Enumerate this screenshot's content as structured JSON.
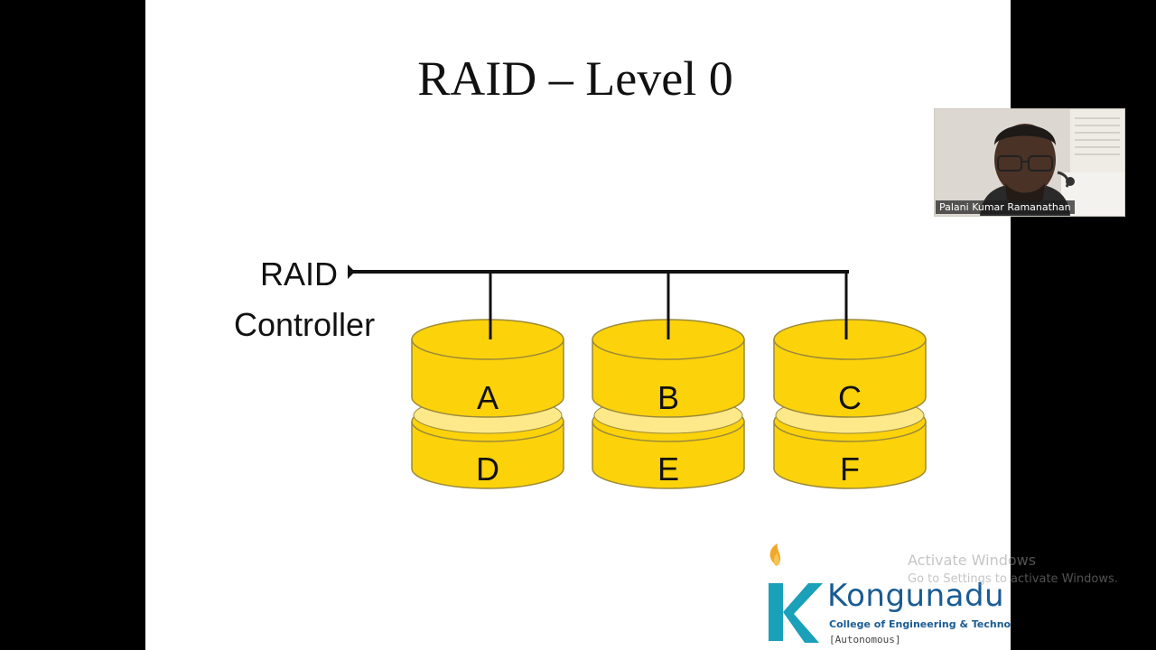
{
  "slide": {
    "title": "RAID – Level 0",
    "controller_label_line1": "RAID",
    "controller_label_line2": "Controller",
    "disks": [
      {
        "top_label": "A",
        "bottom_label": "D"
      },
      {
        "top_label": "B",
        "bottom_label": "E"
      },
      {
        "top_label": "C",
        "bottom_label": "F"
      }
    ],
    "colors": {
      "disk_fill": "#fcd20a",
      "disk_highlight": "#fde98a",
      "disk_outline": "#9a8a3a",
      "bus_line": "#111111"
    }
  },
  "logo": {
    "name": "Kongunadu",
    "subtitle": "College of Engineering & Technology",
    "tag": "[Autonomous]",
    "colors": {
      "k_teal": "#1aa0b8",
      "flame": "#f1a72a",
      "text": "#1a5c93"
    }
  },
  "webcam": {
    "participant_name": "Palani Kumar Ramanathan"
  },
  "watermark": {
    "title": "Activate Windows",
    "subtitle": "Go to Settings to activate Windows."
  }
}
